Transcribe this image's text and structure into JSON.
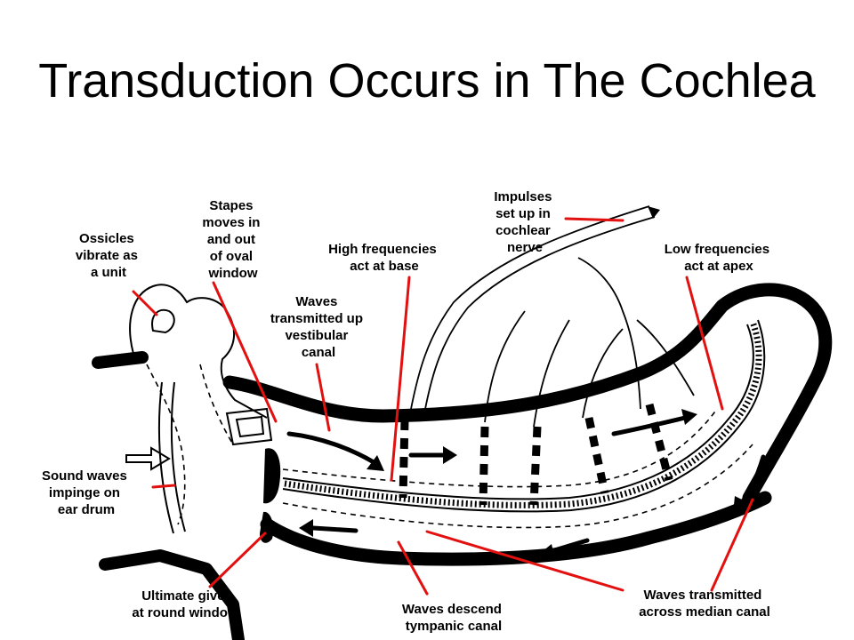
{
  "title": "Transduction Occurs in The Cochlea",
  "labels": {
    "ossicles": [
      "Ossicles",
      "vibrate as",
      "a unit"
    ],
    "stapes": [
      "Stapes",
      "moves in",
      "and out",
      "of oval",
      "window"
    ],
    "high_freq": [
      "High frequencies",
      "act at base"
    ],
    "impulses": [
      "Impulses",
      "set up in",
      "cochlear",
      "nerve"
    ],
    "low_freq": [
      "Low frequencies",
      "act at apex"
    ],
    "waves_up": [
      "Waves",
      "transmitted up",
      "vestibular",
      "canal"
    ],
    "sound_waves": [
      "Sound waves",
      "impinge on",
      "ear drum"
    ],
    "round_window": [
      "Ultimate give",
      "at round window"
    ],
    "descend": [
      "Waves descend",
      "tympanic canal"
    ],
    "median": [
      "Waves transmitted",
      "across median canal"
    ]
  },
  "colors": {
    "pointer": "#e31010",
    "ink": "#000000",
    "background": "#ffffff"
  }
}
